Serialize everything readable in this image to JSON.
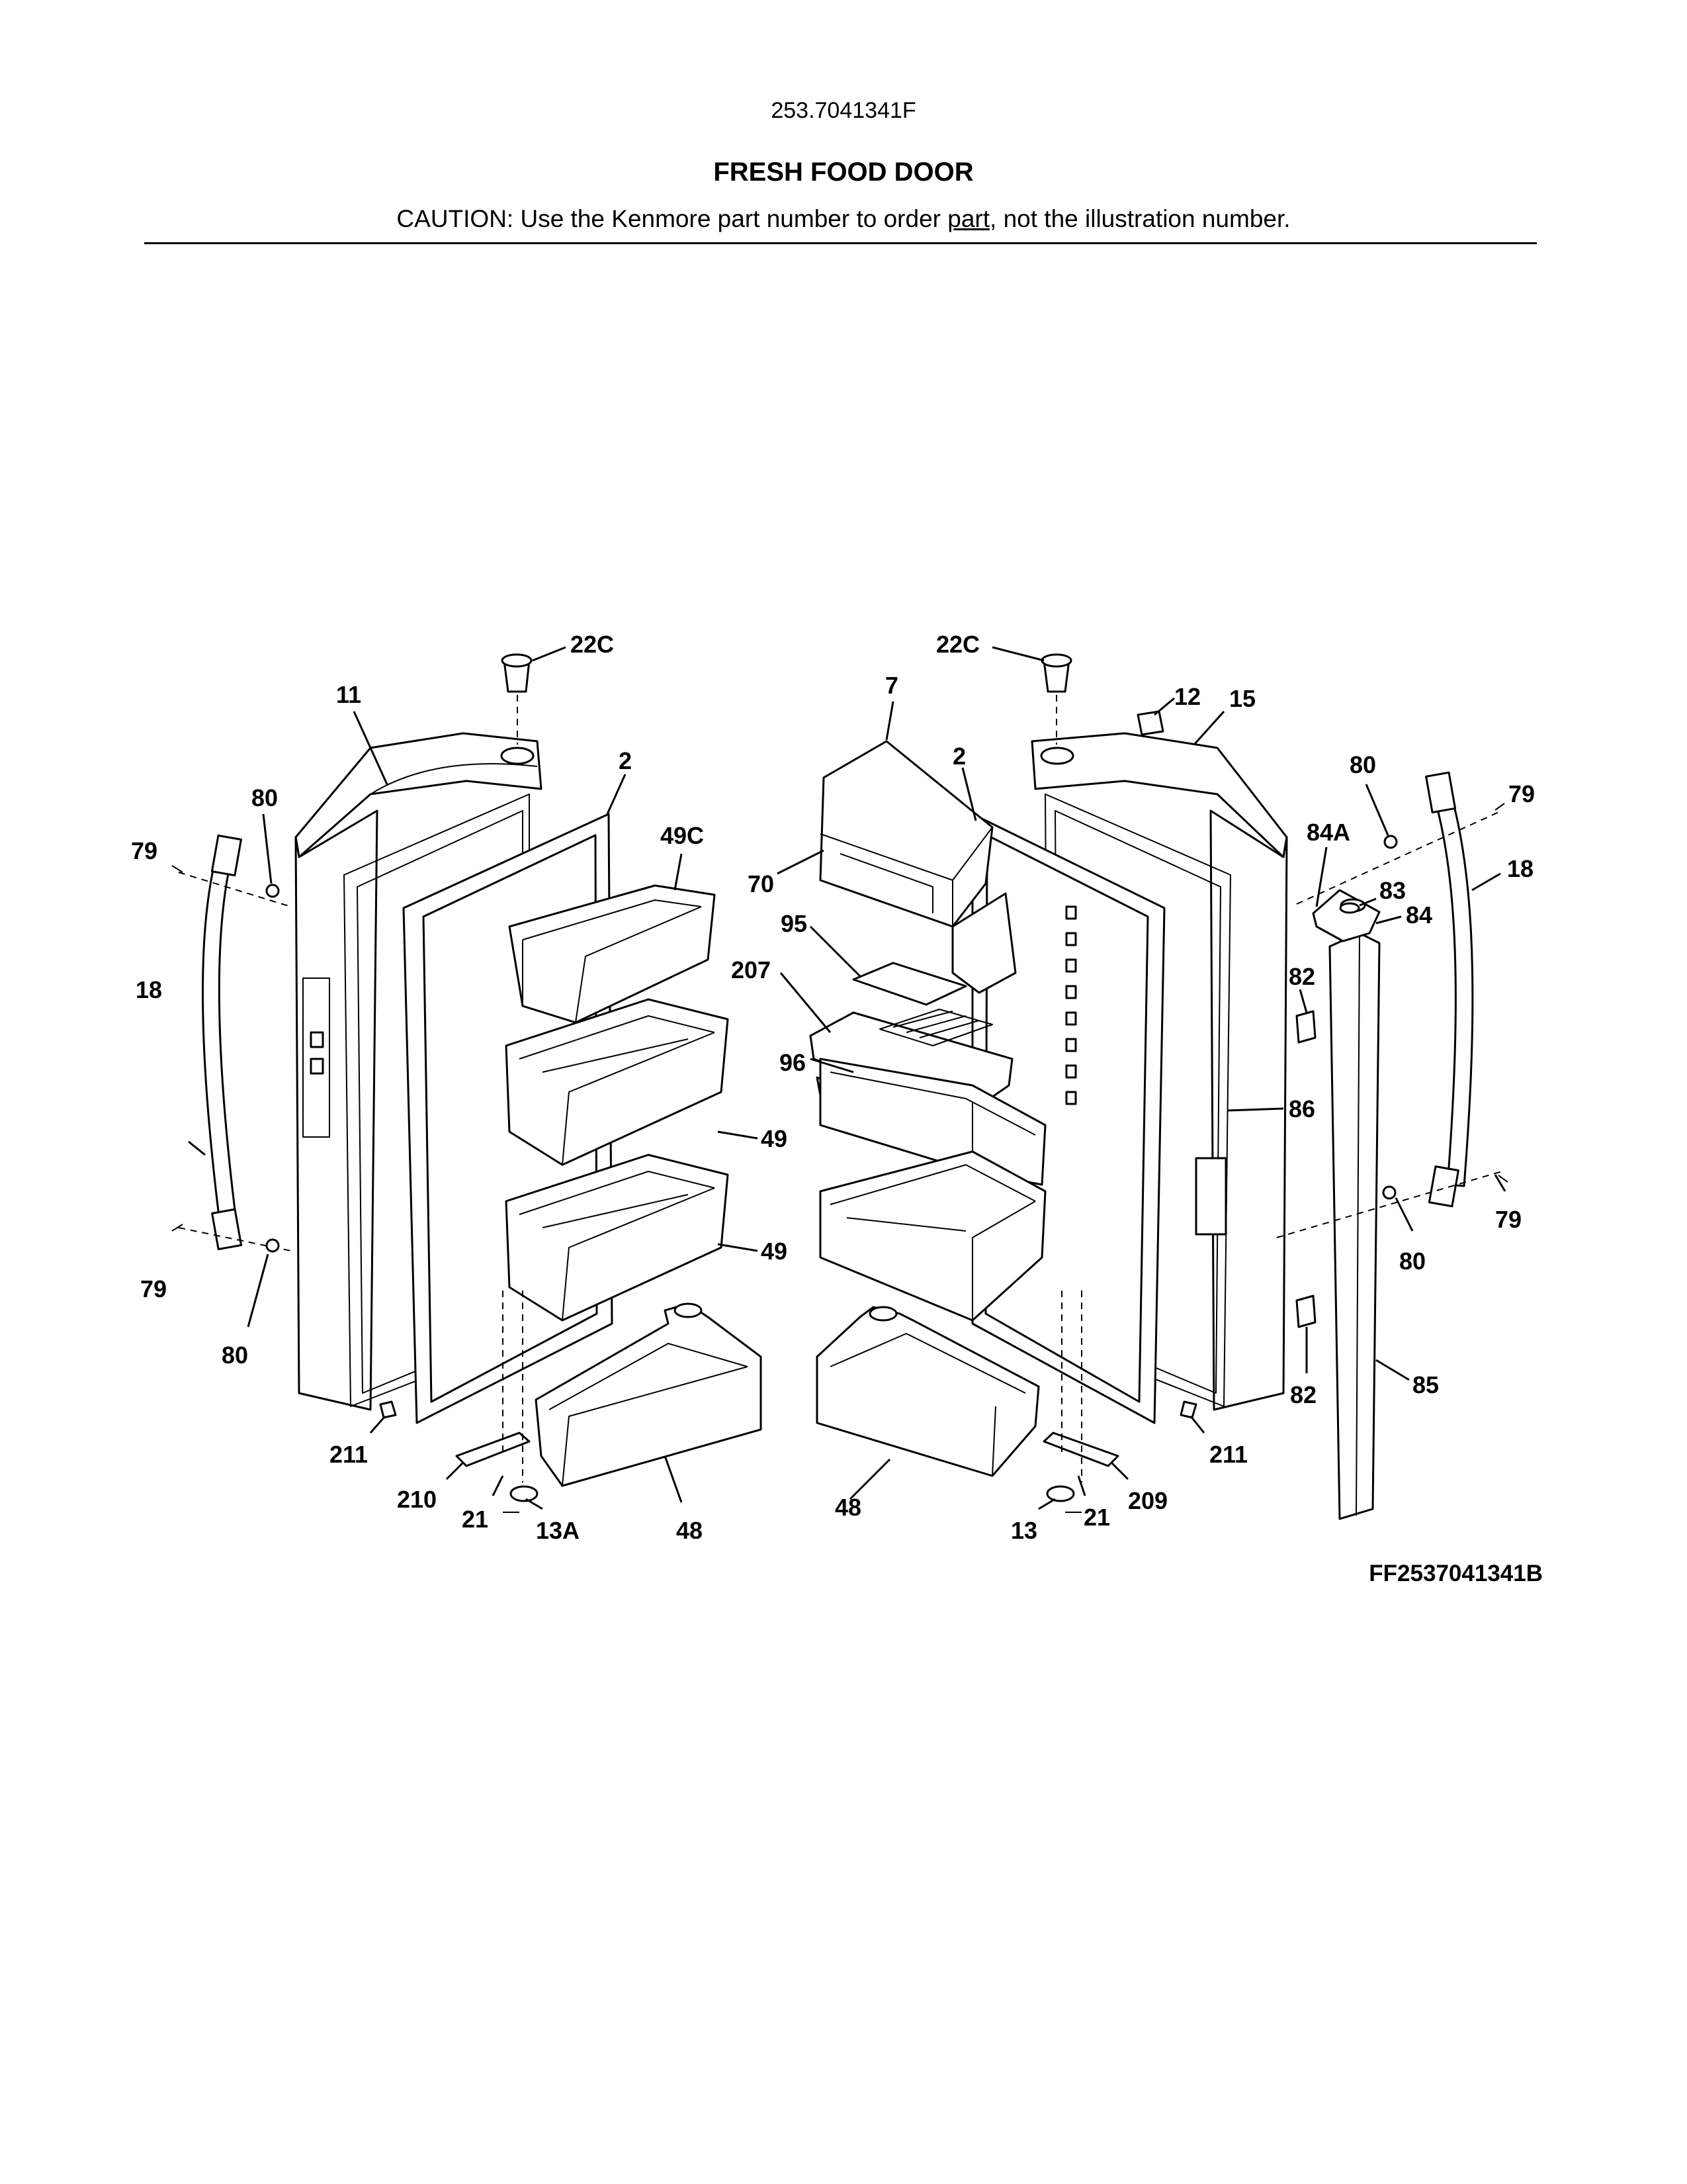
{
  "header": {
    "model_number": "253.7041341F",
    "section_title": "FRESH FOOD DOOR",
    "caution_prefix": "CAUTION: Use the Kenmore part number to order ",
    "caution_underlined": "part",
    "caution_suffix": ", not the illustration number."
  },
  "figure_code": "FF2537041341B",
  "callouts": [
    {
      "id": "c-22c-left",
      "label": "22C"
    },
    {
      "id": "c-11",
      "label": "11"
    },
    {
      "id": "c-2-left",
      "label": "2"
    },
    {
      "id": "c-49c",
      "label": "49C"
    },
    {
      "id": "c-80-upper-left",
      "label": "80"
    },
    {
      "id": "c-79-upper-left",
      "label": "79"
    },
    {
      "id": "c-18-left",
      "label": "18"
    },
    {
      "id": "c-79-lower-left",
      "label": "79"
    },
    {
      "id": "c-80-lower-left",
      "label": "80"
    },
    {
      "id": "c-49-upper",
      "label": "49"
    },
    {
      "id": "c-49-lower",
      "label": "49"
    },
    {
      "id": "c-211-left",
      "label": "211"
    },
    {
      "id": "c-210",
      "label": "210"
    },
    {
      "id": "c-21-left",
      "label": "21"
    },
    {
      "id": "c-13a",
      "label": "13A"
    },
    {
      "id": "c-48-left",
      "label": "48"
    },
    {
      "id": "c-22c-right",
      "label": "22C"
    },
    {
      "id": "c-7",
      "label": "7"
    },
    {
      "id": "c-2-right",
      "label": "2"
    },
    {
      "id": "c-12",
      "label": "12"
    },
    {
      "id": "c-15",
      "label": "15"
    },
    {
      "id": "c-70",
      "label": "70"
    },
    {
      "id": "c-95",
      "label": "95"
    },
    {
      "id": "c-207",
      "label": "207"
    },
    {
      "id": "c-96",
      "label": "96"
    },
    {
      "id": "c-80-upper-right",
      "label": "80"
    },
    {
      "id": "c-79-upper-right",
      "label": "79"
    },
    {
      "id": "c-84a",
      "label": "84A"
    },
    {
      "id": "c-83",
      "label": "83"
    },
    {
      "id": "c-84",
      "label": "84"
    },
    {
      "id": "c-18-right",
      "label": "18"
    },
    {
      "id": "c-82-upper",
      "label": "82"
    },
    {
      "id": "c-86",
      "label": "86"
    },
    {
      "id": "c-79-lower-right",
      "label": "79"
    },
    {
      "id": "c-80-lower-right",
      "label": "80"
    },
    {
      "id": "c-82-lower",
      "label": "82"
    },
    {
      "id": "c-85",
      "label": "85"
    },
    {
      "id": "c-211-right",
      "label": "211"
    },
    {
      "id": "c-209",
      "label": "209"
    },
    {
      "id": "c-21-right",
      "label": "21"
    },
    {
      "id": "c-13",
      "label": "13"
    },
    {
      "id": "c-48-right",
      "label": "48"
    }
  ]
}
